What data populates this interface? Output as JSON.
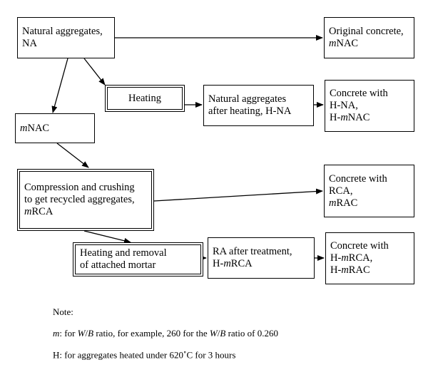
{
  "nodes": {
    "natural_aggregates": {
      "lines": [
        "Natural aggregates,",
        "NA"
      ]
    },
    "original_concrete": {
      "lines": [
        "Original concrete,",
        "<i>m</i>NAC"
      ]
    },
    "heating": {
      "lines": [
        "Heating"
      ]
    },
    "h_na": {
      "lines": [
        "Natural aggregates",
        "after heating, H-NA"
      ]
    },
    "concrete_h_na": {
      "lines": [
        "Concrete with",
        "H-NA,",
        "H-<i>m</i>NAC"
      ]
    },
    "mnac": {
      "lines": [
        "<i>m</i>NAC"
      ]
    },
    "compression": {
      "lines": [
        "Compression and crushing",
        "to get recycled aggregates,",
        "<i>m</i>RCA"
      ]
    },
    "concrete_rca": {
      "lines": [
        "Concrete with",
        "RCA,",
        "<i>m</i>RAC"
      ]
    },
    "heating_removal": {
      "lines": [
        "Heating and removal",
        "of attached mortar"
      ]
    },
    "ra_treatment": {
      "lines": [
        "RA after treatment,",
        "H-<i>m</i>RCA"
      ]
    },
    "concrete_h_mrca": {
      "lines": [
        "Concrete with",
        "H-<i>m</i>RCA,",
        "H-<i>m</i>RAC"
      ]
    }
  },
  "notes": {
    "title": "Note:",
    "m": "<i>m</i>: for <i>W</i>/<i>B</i> ratio, for example, 260 for the <i>W</i>/<i>B</i> ratio of 0.260",
    "h": "H: for aggregates heated under 620<sup style=\"font-size:9px\">&#8728;</sup>C for 3 hours"
  }
}
